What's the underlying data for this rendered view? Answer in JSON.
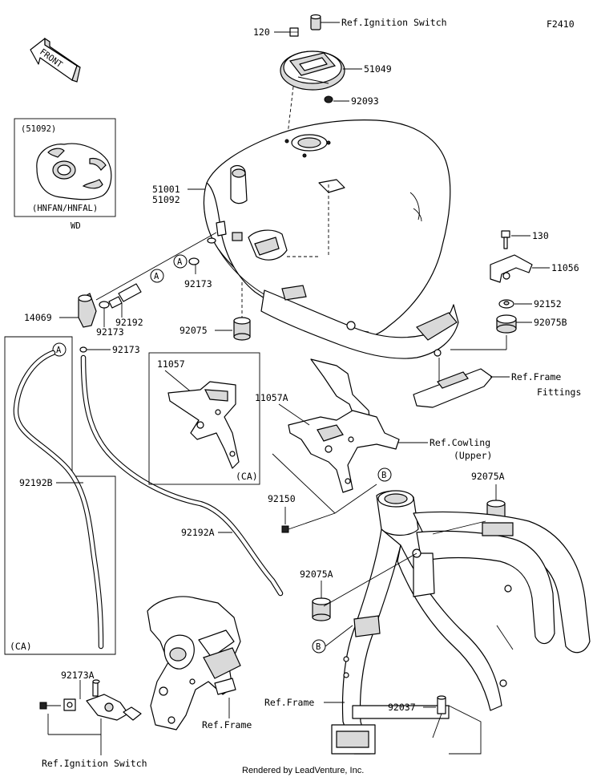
{
  "figure_code": "F2410",
  "front_label": "FRONT",
  "footer": "Rendered by LeadVenture, Inc.",
  "inset_wd": {
    "part_ref": "(51092)",
    "variant": "(HNFAN/HNFAL)",
    "caption": "WD"
  },
  "inset_ca_bracket": {
    "part": "11057",
    "tag": "(CA)"
  },
  "inset_ca_hose": {
    "part": "92192B",
    "tag": "(CA)"
  },
  "labels": {
    "p120": "120",
    "ref_ignition_top": "Ref.Ignition Switch",
    "p51049": "51049",
    "p92093": "92093",
    "p51001": "51001",
    "p51092": "51092",
    "p130": "130",
    "p11056": "11056",
    "p92152": "92152",
    "p92075B": "92075B",
    "ref_frame_fittings_1": "Ref.Frame",
    "ref_frame_fittings_2": "Fittings",
    "p14069": "14069",
    "p92173_a": "92173",
    "p92192": "92192",
    "p92173_b": "92173",
    "p92173_c": "92173",
    "p92075": "92075",
    "p11057A": "11057A",
    "ref_cowling_1": "Ref.Cowling",
    "ref_cowling_2": "(Upper)",
    "p92075A_top": "92075A",
    "p92150": "92150",
    "p92192A": "92192A",
    "p92075A_left": "92075A",
    "ref_frame_bottom": "Ref.Frame",
    "p92037": "92037",
    "p92173A": "92173A",
    "ref_frame_lower": "Ref.Frame",
    "ref_ignition_bottom": "Ref.Ignition Switch"
  },
  "callouts": {
    "a1": "A",
    "a2": "A",
    "a3": "A",
    "b1": "B",
    "b2": "B"
  }
}
